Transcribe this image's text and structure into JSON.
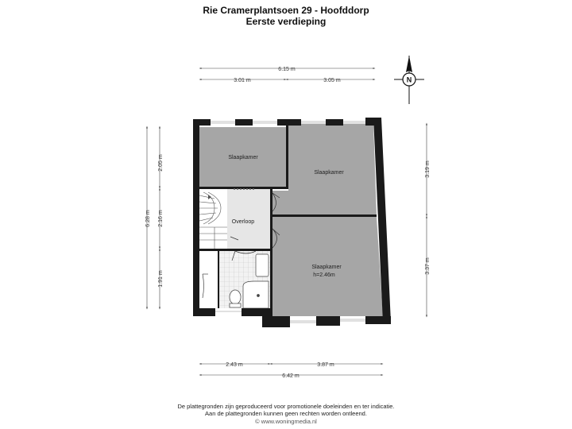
{
  "header": {
    "title": "Rie Cramerplantsoen 29 - Hoofddorp",
    "subtitle": "Eerste verdieping"
  },
  "compass": {
    "label": "N"
  },
  "dimensions": {
    "top_total": "6.15 m",
    "top_left": "3.01 m",
    "top_right": "3.05 m",
    "bottom_left": "2.43 m",
    "bottom_right": "3.87 m",
    "bottom_total": "6.42 m",
    "left_total": "6.28 m",
    "left_top": "2.05 m",
    "left_mid": "2.16 m",
    "left_bottom": "1.91 m",
    "right_top": "3.19 m",
    "right_bottom": "3.37 m"
  },
  "rooms": {
    "bedroom_top_left": "Slaapkamer",
    "bedroom_top_right": "Slaapkamer",
    "landing": "Overloop",
    "bedroom_bottom_right": "Slaapkamer",
    "bedroom_bottom_right_height": "h=2.46m"
  },
  "colors": {
    "room_fill": "#a6a6a6",
    "wall": "#1a1a1a",
    "landing_fill": "#e6e6e6"
  },
  "footer": {
    "line1": "De plattegronden zijn geproduceerd voor promotionele doeleinden en ter indicatie.",
    "line2": "Aan de plattegronden kunnen geen rechten worden ontleend.",
    "line3": "© www.woningmedia.nl"
  }
}
